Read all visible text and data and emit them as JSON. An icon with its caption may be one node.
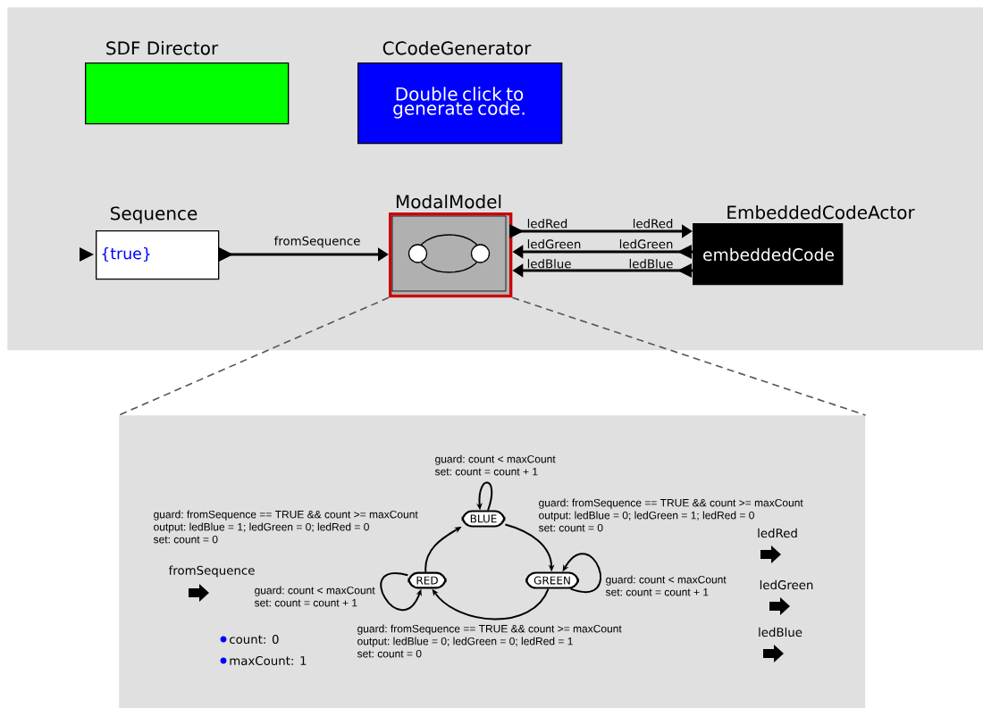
{
  "diagram": {
    "nodes": [
      {
        "text": [],
        "shape": "box"
      },
      {
        "text": [
          "SDF Director"
        ],
        "in": 0
      },
      {
        "text": [
          "CCodeGenerator",
          "Double click to generate code."
        ],
        "in": 0
      },
      {
        "text": [
          "Sequence",
          "{true}"
        ],
        "in": 0
      },
      {
        "text": [
          "ModalModel"
        ],
        "in": 0
      },
      {
        "text": [
          "EmbeddedCodeActor",
          "embeddedCode"
        ],
        "in": 0
      },
      {
        "text": [],
        "shape": "box"
      },
      {
        "text": [
          "fromSequence"
        ],
        "in": 6
      },
      {
        "text": [
          "BLUE"
        ],
        "in": 6
      },
      {
        "text": [
          "RED"
        ],
        "in": 6
      },
      {
        "text": [
          "GREEN"
        ],
        "in": 6
      },
      {
        "text": [
          "ledRed"
        ],
        "in": 6
      },
      {
        "text": [
          "ledGreen"
        ],
        "in": 6
      },
      {
        "text": [
          "ledBlue"
        ],
        "in": 6
      }
    ],
    "edges": [
      {
        "from": 3,
        "to": 4,
        "arrow": "to",
        "label": "fromSequence"
      },
      {
        "from": 4,
        "to": 5,
        "arrow": "to"
      },
      {
        "from": 5,
        "to": 4,
        "arrow": "to"
      },
      {
        "from": 5,
        "to": 4,
        "arrow": "to"
      },
      {
        "from": 4,
        "to": 6,
        "arrow": "none",
        "style": "dashed",
        "color": "#555555"
      },
      {
        "from": 4,
        "to": 6,
        "arrow": "none",
        "style": "dashed",
        "color": "#555555"
      },
      {
        "from": 8,
        "to": 8,
        "arrow": "to",
        "label": "guard: count < maxCount set: count = count + 1"
      },
      {
        "from": 8,
        "to": 10,
        "arrow": "to",
        "label": "guard: fromSequence == TRUE && count >= maxCount output: ledBlue = 0; ledGreen = 1; ledRed = 0 set: count = 0"
      },
      {
        "from": 10,
        "to": 10,
        "arrow": "to",
        "label": "guard: count < maxCount set: count = count + 1"
      },
      {
        "from": 10,
        "to": 9,
        "arrow": "to",
        "label": "guard: fromSequence == TRUE && count >= maxCount output: ledBlue = 0; ledGreen = 0; ledRed = 1 set: count = 0"
      },
      {
        "from": 9,
        "to": 9,
        "arrow": "to",
        "label": "guard: count < maxCount set: count = count + 1"
      },
      {
        "from": 9,
        "to": 8,
        "arrow": "to",
        "label": "guard: fromSequence == TRUE && count >= maxCount output: ledBlue = 1; ledGreen = 0; ledRed = 0 set: count = 0"
      }
    ],
    "labels": [
      "ledRed",
      "ledRed",
      "ledGreen",
      "ledGreen",
      "ledBlue",
      "ledBlue",
      "count: 0",
      "maxCount: 1"
    ]
  }
}
